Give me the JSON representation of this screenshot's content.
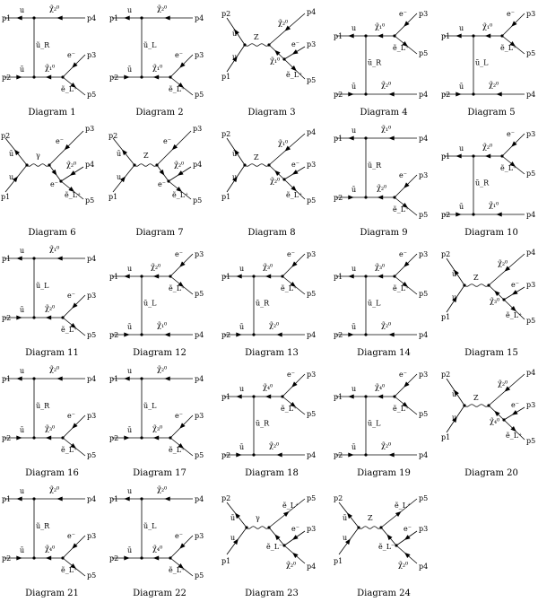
{
  "diagrams": [
    {
      "caption": "Diagram 1",
      "type": "t",
      "top": {
        "in": "p1",
        "prop": "u",
        "out": "χ̃₂⁰",
        "outLabel": "p4"
      },
      "mid": "ũ_R",
      "bot": {
        "in": "p2",
        "prop": "ū",
        "out": "χ̃₁⁰",
        "decay": [
          "e⁻",
          "p3",
          "ẽ_L⁺",
          "p5"
        ]
      }
    },
    {
      "caption": "Diagram 2",
      "type": "t",
      "top": {
        "in": "p1",
        "prop": "u",
        "out": "χ̃₂⁰",
        "outLabel": "p4"
      },
      "mid": "ũ_L",
      "bot": {
        "in": "p2",
        "prop": "ū",
        "out": "χ̃₁⁰",
        "decay": [
          "e⁻",
          "p3",
          "ẽ_L⁺",
          "p5"
        ]
      }
    },
    {
      "caption": "Diagram 3",
      "type": "s",
      "boson": "Z",
      "in": [
        "p2",
        "ū",
        "u",
        "p1"
      ],
      "out": [
        "χ̃₂⁰",
        "p4",
        "χ̃₁⁰",
        "e⁻",
        "p3",
        "ẽ_L⁺",
        "p5"
      ]
    },
    {
      "caption": "Diagram 4",
      "type": "t2",
      "top": {
        "in": "p1",
        "prop": "u",
        "out": "χ̃₁⁰",
        "decay": [
          "e⁻",
          "p3",
          "ẽ_L⁺",
          "p5"
        ]
      },
      "mid": "ũ_R",
      "bot": {
        "in": "p2",
        "prop": "ū",
        "out": "χ̃₂⁰",
        "outLabel": "p4"
      }
    },
    {
      "caption": "Diagram 5",
      "type": "t2",
      "top": {
        "in": "p1",
        "prop": "u",
        "out": "χ̃₁⁰",
        "decay": [
          "e⁻",
          "p3",
          "ẽ_L⁺",
          "p5"
        ]
      },
      "mid": "ũ_L",
      "bot": {
        "in": "p2",
        "prop": "ū",
        "out": "χ̃₂⁰",
        "outLabel": "p4"
      }
    },
    {
      "caption": "Diagram 6",
      "type": "s2",
      "boson": "γ",
      "labels": [
        "p2",
        "ū",
        "u",
        "p1",
        "e⁻",
        "p3",
        "e⁻",
        "χ̃₂⁰",
        "p4",
        "ẽ_L⁺",
        "p5"
      ]
    },
    {
      "caption": "Diagram 7",
      "type": "s2",
      "boson": "Z",
      "labels": [
        "p2",
        "ū",
        "u",
        "p1",
        "e⁻",
        "p3",
        "e⁻",
        "χ̃₂⁰",
        "p4",
        "ẽ_L⁺",
        "p5"
      ]
    },
    {
      "caption": "Diagram 8",
      "type": "s",
      "boson": "Z",
      "in": [
        "p2",
        "ū",
        "u",
        "p1"
      ],
      "out": [
        "χ̃₁⁰",
        "p4",
        "χ̃₂⁰",
        "e⁻",
        "p3",
        "ẽ_L⁺",
        "p5"
      ]
    },
    {
      "caption": "Diagram 9",
      "type": "t",
      "top": {
        "in": "p1",
        "prop": "u",
        "out": "χ̃₁⁰",
        "outLabel": "p4"
      },
      "mid": "ũ_R",
      "bot": {
        "in": "p2",
        "prop": "ū",
        "out": "χ̃₂⁰",
        "decay": [
          "e⁻",
          "p3",
          "ẽ_L⁺",
          "p5"
        ]
      }
    },
    {
      "caption": "Diagram 10",
      "type": "t2",
      "top": {
        "in": "p1",
        "prop": "u",
        "out": "χ̃₂⁰",
        "decay": [
          "e⁻",
          "p3",
          "ẽ_L⁺",
          "p5"
        ]
      },
      "mid": "ũ_R",
      "bot": {
        "in": "p2",
        "prop": "ū",
        "out": "χ̃₁⁰",
        "outLabel": "p4"
      }
    },
    {
      "caption": "Diagram 11",
      "type": "t",
      "top": {
        "in": "p1",
        "prop": "u",
        "out": "χ̃₁⁰",
        "outLabel": "p4"
      },
      "mid": "ũ_L",
      "bot": {
        "in": "p2",
        "prop": "ū",
        "out": "χ̃₂⁰",
        "decay": [
          "e⁻",
          "p3",
          "ẽ_L⁺",
          "p5"
        ]
      }
    },
    {
      "caption": "Diagram 12",
      "type": "t2",
      "top": {
        "in": "p1",
        "prop": "u",
        "out": "χ̃₂⁰",
        "decay": [
          "e⁻",
          "p3",
          "ẽ_L⁺",
          "p5"
        ]
      },
      "mid": "ũ_L",
      "bot": {
        "in": "p2",
        "prop": "ū",
        "out": "χ̃₁⁰",
        "outLabel": "p4"
      }
    },
    {
      "caption": "Diagram 13",
      "type": "t2",
      "top": {
        "in": "p1",
        "prop": "u",
        "out": "χ̃₃⁰",
        "decay": [
          "e⁻",
          "p3",
          "ẽ_L⁺",
          "p5"
        ]
      },
      "mid": "ũ_R",
      "bot": {
        "in": "p2",
        "prop": "ū",
        "out": "χ̃₂⁰",
        "outLabel": "p4"
      }
    },
    {
      "caption": "Diagram 14",
      "type": "t2",
      "top": {
        "in": "p1",
        "prop": "u",
        "out": "χ̃₃⁰",
        "decay": [
          "e⁻",
          "p3",
          "ẽ_L⁺",
          "p5"
        ]
      },
      "mid": "ũ_L",
      "bot": {
        "in": "p2",
        "prop": "ū",
        "out": "χ̃₂⁰",
        "outLabel": "p4"
      }
    },
    {
      "caption": "Diagram 15",
      "type": "s",
      "boson": "Z",
      "in": [
        "p2",
        "ū",
        "u",
        "p1"
      ],
      "out": [
        "χ̃₂⁰",
        "p4",
        "χ̃₃⁰",
        "e⁻",
        "p3",
        "ẽ_L⁺",
        "p5"
      ]
    },
    {
      "caption": "Diagram 16",
      "type": "t",
      "top": {
        "in": "p1",
        "prop": "u",
        "out": "χ̃₂⁰",
        "outLabel": "p4"
      },
      "mid": "ũ_R",
      "bot": {
        "in": "p2",
        "prop": "ū",
        "out": "χ̃₃⁰",
        "decay": [
          "e⁻",
          "p3",
          "ẽ_L⁺",
          "p5"
        ]
      }
    },
    {
      "caption": "Diagram 17",
      "type": "t",
      "top": {
        "in": "p1",
        "prop": "u",
        "out": "χ̃₂⁰",
        "outLabel": "p4"
      },
      "mid": "ũ_L",
      "bot": {
        "in": "p2",
        "prop": "ū",
        "out": "χ̃₃⁰",
        "decay": [
          "e⁻",
          "p3",
          "ẽ_L⁺",
          "p5"
        ]
      }
    },
    {
      "caption": "Diagram 18",
      "type": "t2",
      "top": {
        "in": "p1",
        "prop": "u",
        "out": "χ̃₄⁰",
        "decay": [
          "e⁻",
          "p3",
          "ẽ_L⁺",
          "p5"
        ]
      },
      "mid": "ũ_R",
      "bot": {
        "in": "p2",
        "prop": "ū",
        "out": "χ̃₂⁰",
        "outLabel": "p4"
      }
    },
    {
      "caption": "Diagram 19",
      "type": "t2",
      "top": {
        "in": "p1",
        "prop": "u",
        "out": "χ̃₄⁰",
        "decay": [
          "e⁻",
          "p3",
          "ẽ_L⁺",
          "p5"
        ]
      },
      "mid": "ũ_L",
      "bot": {
        "in": "p2",
        "prop": "ū",
        "out": "χ̃₂⁰",
        "outLabel": "p4"
      }
    },
    {
      "caption": "Diagram 20",
      "type": "s",
      "boson": "Z",
      "in": [
        "p2",
        "ū",
        "u",
        "p1"
      ],
      "out": [
        "χ̃₂⁰",
        "p4",
        "χ̃₄⁰",
        "e⁻",
        "p3",
        "ẽ_L⁺",
        "p5"
      ]
    },
    {
      "caption": "Diagram 21",
      "type": "t",
      "top": {
        "in": "p1",
        "prop": "u",
        "out": "χ̃₂⁰",
        "outLabel": "p4"
      },
      "mid": "ũ_R",
      "bot": {
        "in": "p2",
        "prop": "ū",
        "out": "χ̃₄⁰",
        "decay": [
          "e⁻",
          "p3",
          "ẽ_L⁺",
          "p5"
        ]
      }
    },
    {
      "caption": "Diagram 22",
      "type": "t",
      "top": {
        "in": "p1",
        "prop": "u",
        "out": "χ̃₂⁰",
        "outLabel": "p4"
      },
      "mid": "ũ_L",
      "bot": {
        "in": "p2",
        "prop": "ū",
        "out": "χ̃₄⁰",
        "decay": [
          "e⁻",
          "p3",
          "ẽ_L⁺",
          "p5"
        ]
      }
    },
    {
      "caption": "Diagram 23",
      "type": "s3",
      "boson": "γ",
      "labels": [
        "p2",
        "ū",
        "u",
        "p1",
        "ẽ_L⁺",
        "p5",
        "ẽ_L⁻",
        "e⁻",
        "p3",
        "χ̃₂⁰",
        "p4"
      ]
    },
    {
      "caption": "Diagram 24",
      "type": "s3",
      "boson": "Z",
      "labels": [
        "p2",
        "ū",
        "u",
        "p1",
        "ẽ_L⁺",
        "p5",
        "ẽ_L⁻",
        "e⁻",
        "p3",
        "χ̃₂⁰",
        "p4"
      ]
    }
  ]
}
